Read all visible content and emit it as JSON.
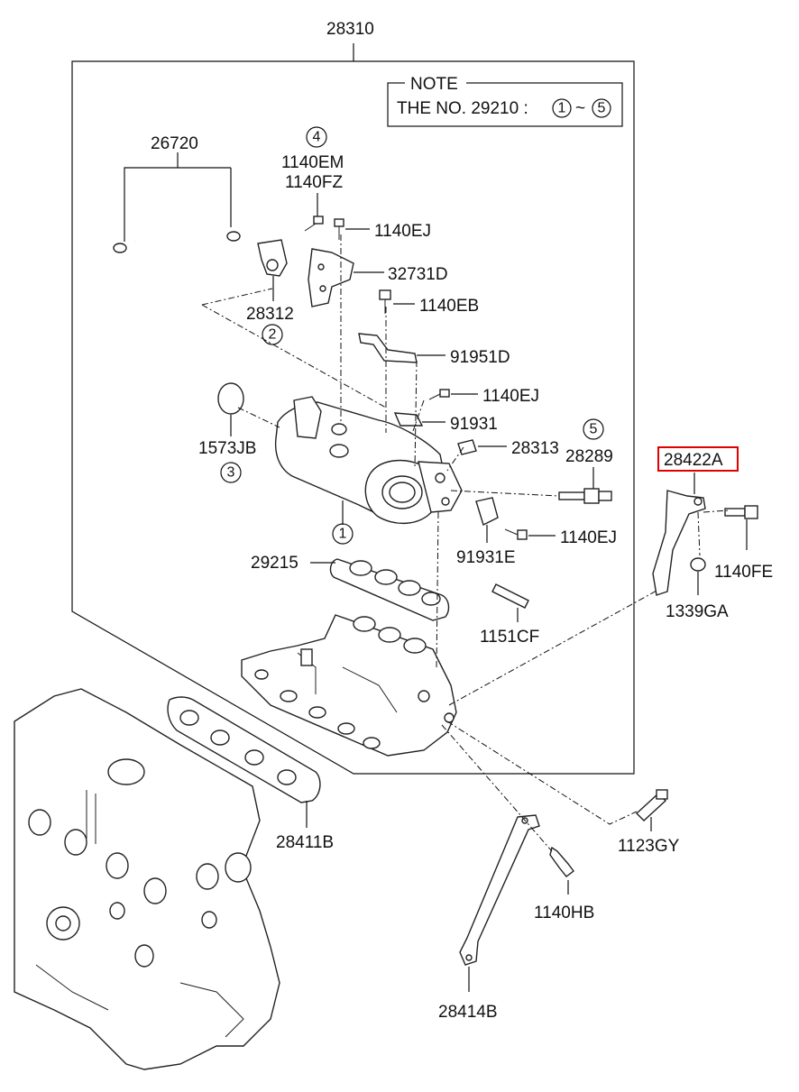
{
  "labels": {
    "assy": "28310",
    "hose": "26720",
    "num4": "4",
    "bolt_em": "1140EM",
    "bolt_fz": "1140FZ",
    "bolt_ej_top": "1140EJ",
    "bracket_32731d": "32731D",
    "bolt_eb": "1140EB",
    "bracket_91951d": "91951D",
    "fitting_28312": "28312",
    "num2": "2",
    "bolt_ej_mid": "1140EJ",
    "bracket_91931": "91931",
    "plug_1573jb": "1573JB",
    "num3": "3",
    "pin_28313": "28313",
    "num5": "5",
    "sensor_28289": "28289",
    "bracket_28422a": "28422A",
    "num1": "1",
    "bolt_1140fe": "1140FE",
    "bracket_91931e": "91931E",
    "bolt_ej_low": "1140EJ",
    "gasket_29215": "29215",
    "nut_1339ga": "1339GA",
    "stud_1151cf": "1151CF",
    "gasket_28411b": "28411B",
    "bolt_1123gy": "1123GY",
    "bolt_1140hb": "1140HB",
    "stay_28414b": "28414B"
  },
  "note": {
    "title": "NOTE",
    "text": "THE NO. 29210 :",
    "from": "1",
    "sep": "~",
    "to": "5"
  },
  "highlight_color": "#e00000"
}
